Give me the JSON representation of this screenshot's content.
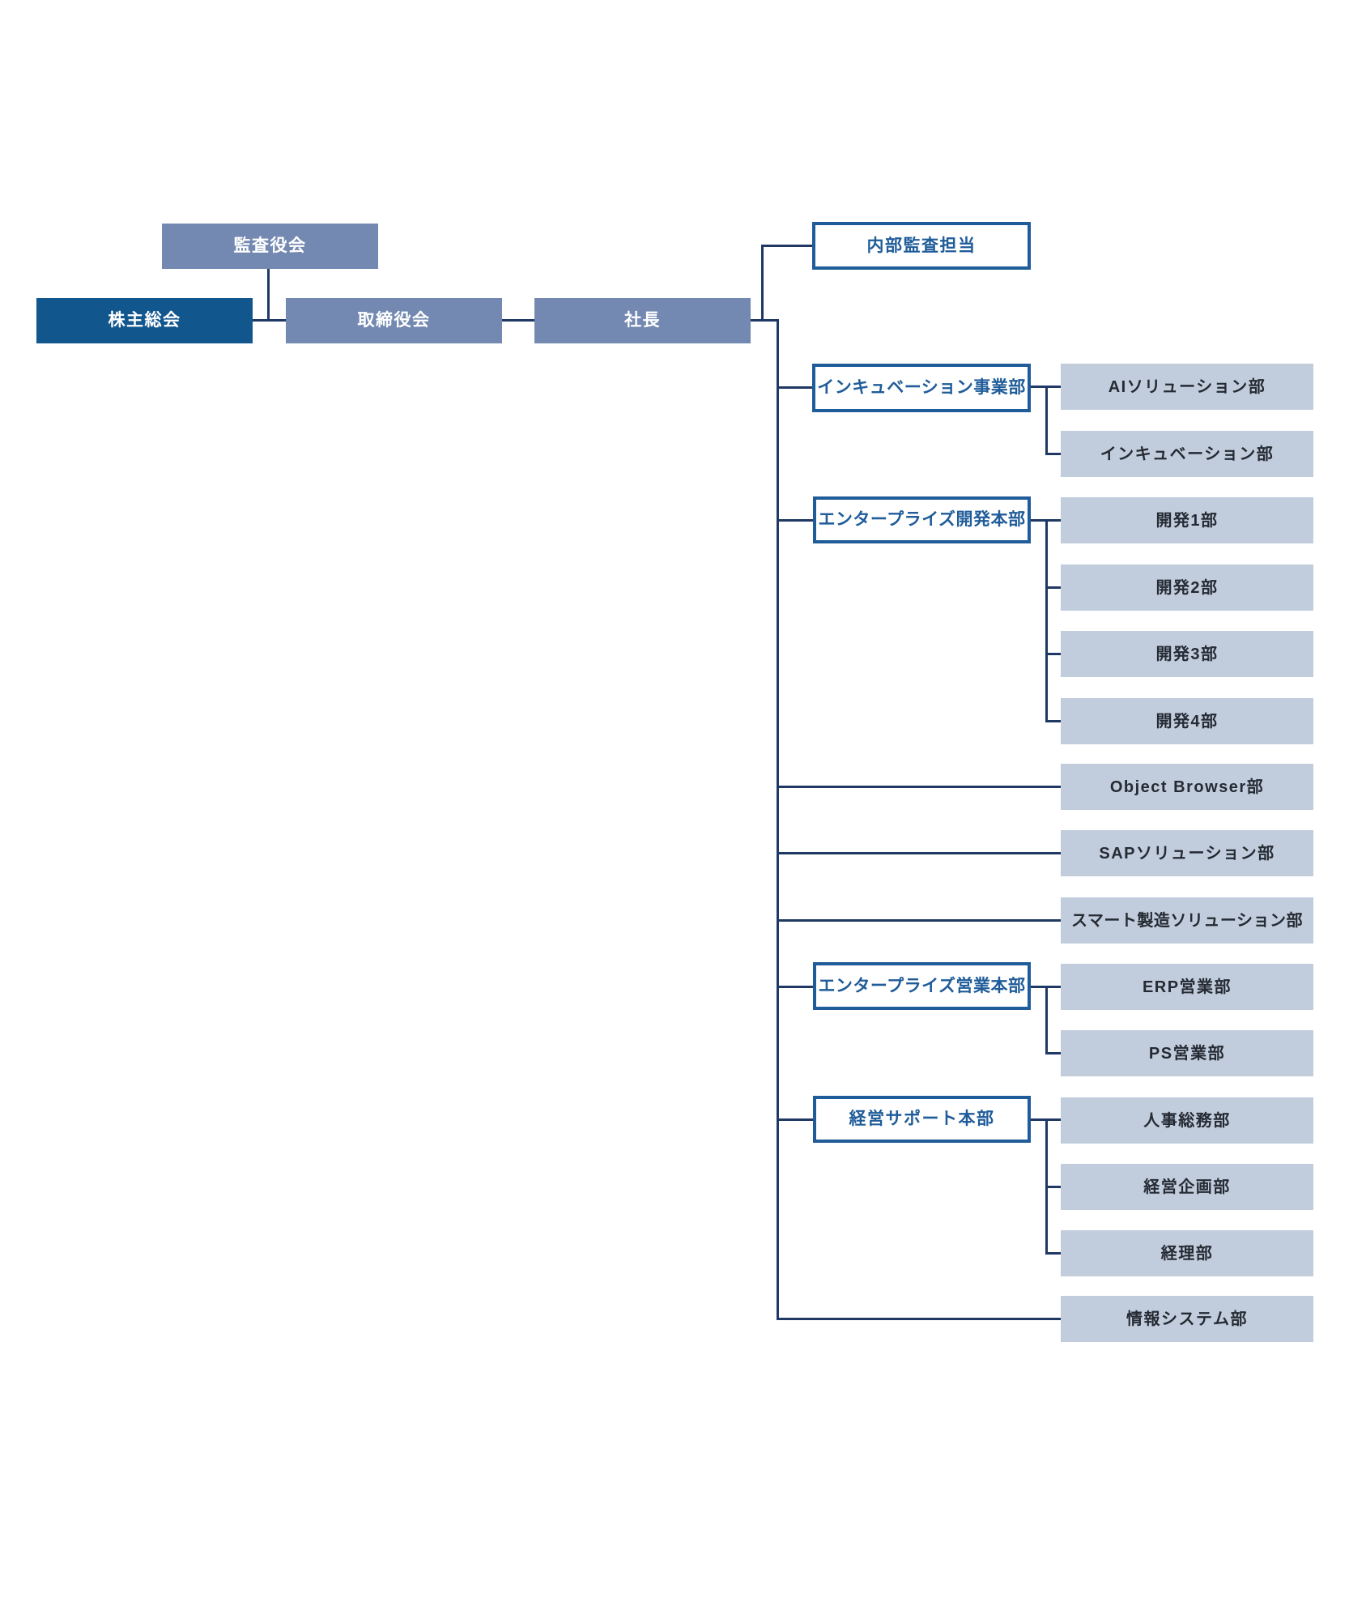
{
  "org": {
    "audit_board": "監査役会",
    "shareholders_meeting": "株主総会",
    "board_of_directors": "取締役会",
    "president": "社長",
    "internal_audit": "内部監査担当",
    "incubation_division": "インキュベーション事業部",
    "ai_solution_dept": "AIソリューション部",
    "incubation_dept": "インキュベーション部",
    "enterprise_dev_hq": "エンタープライズ開発本部",
    "dev1_dept": "開発1部",
    "dev2_dept": "開発2部",
    "dev3_dept": "開発3部",
    "dev4_dept": "開発4部",
    "object_browser_dept": "Object Browser部",
    "sap_solution_dept": "SAPソリューション部",
    "smart_mfg_solution_dept": "スマート製造ソリューション部",
    "enterprise_sales_hq": "エンタープライズ営業本部",
    "erp_sales_dept": "ERP営業部",
    "ps_sales_dept": "PS営業部",
    "mgmt_support_hq": "経営サポート本部",
    "hr_general_affairs_dept": "人事総務部",
    "corporate_planning_dept": "経営企画部",
    "accounting_dept": "経理部",
    "info_systems_dept": "情報システム部"
  },
  "colors": {
    "primary_dark_fill": "#12568E",
    "medium_blue_fill": "#7389B1",
    "light_blue_fill": "#C1CDDD",
    "outline_and_blue_text": "#1F5C99",
    "connector_line": "#1F3864",
    "dept_text": "#252A33",
    "background": "#FFFFFF"
  }
}
